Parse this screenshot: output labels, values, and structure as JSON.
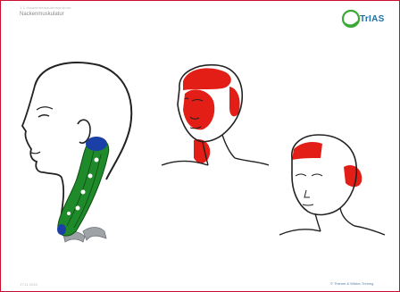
{
  "header": {
    "breadcrumb": "1.1 Halswirbelsäulensyndrom",
    "title": "Nackenmuskulatur"
  },
  "logo": {
    "text": "TrIAS",
    "accent_color": "#3aa935"
  },
  "footer": {
    "left": "17.11.2015",
    "right": "© Thieme & Wibbe-Trening"
  },
  "colors": {
    "frame": "#c8102e",
    "muscle": "#1e8a2a",
    "trigger_zone": "#e31e16",
    "bone": "#9ea3a8",
    "insertion": "#1a3fa6"
  }
}
